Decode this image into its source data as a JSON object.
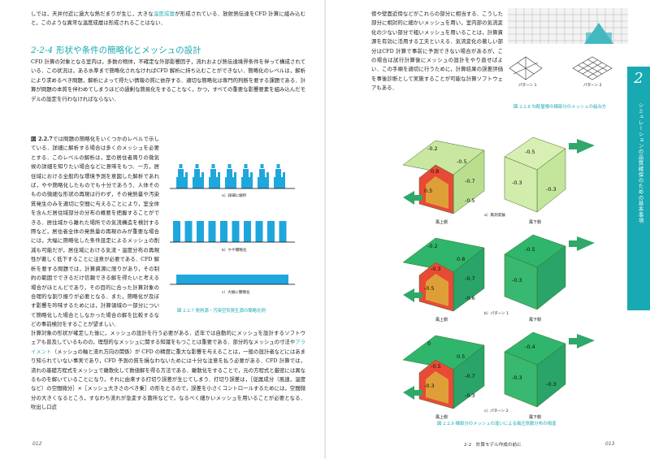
{
  "left_page": {
    "intro_text": "しでは，天井付近に過大な熱だまりが生じ，大きな温度成層が形成されている．放射熱伝達をCFD 計算に組み込むと，このような異常な温度成層は形成されることはない．",
    "intro_term": "温度成層",
    "section_number": "2-2-4",
    "section_title": "形状や条件の簡略化とメッシュの設計",
    "para1": "CFD 計算の対象となる室内は，多数の物体，不確定な外部影響因子，流れおよび熱伝達境界条件を伴って構成されている．この状況は，ある水準まで簡略化されなければCFD 解析に持ち込むことができない．簡略化のレベルは，解析により求めるべき問題，解析によって得たい情報の質に依存する．適切な簡略化は専門的判断を要する課題である．計算が問題の本質を伴わめてしまうほどの過剰な簡易化をすることなく，かつ，すべての重要な影響要素を組み込んだモデルの設定を行わなければならない．",
    "para2_lead": "図 2.2.7",
    "para2": "では問題の簡略化をいくつかのレベルで示している．詳細に解析する場合は多くのメッシュを必要とする．このレベルの解析は，室の居住者周りの微気候の詳細を知りたい場合などに意味をもつ．一方，居住域における全般的な環境予測を意図した解析であれば，やや簡略化したものでも十分であろう．人体そのものの微細な形状の再現は行わず，その発熱量や汚染質発生のみを適切に空間に与えることにより，室全体を含んだ居住域部分の分布の概要を把握することができる．居住域から離れた場所での気流構造を検討する際など，居住者全体の発熱量の再現のみが重要な場合には，大幅に簡略化した条件設定によるメッシュの削減も可能だが，居住域における気流・温度分布の再現性が著しく低下することに注意が必要である．CFD 解析を要する問題では，計算資源に限りがあり，その制約の範囲でできるだけ信頼できる解を得たいと考える場合がほとんどであり，その目的に合った計算対象の合理的な割り振りが必要となる．また，簡略化が及ぼす影響を吟味するためには，計算領域の一部分について簡略化した場合としなかった場合の解を比較するなどの事前検討をすることが望ましい．",
    "para3": "計算対象の形状が確定した後に，メッシュの設計を行う必要がある．近年では自動的にメッシュを設計するソフトウェアも普及しているものの，理想的なメッシュに関する知識をもつことは重要である．部分的なメッシュの寸法やアライメント（メッシュの軸と流れ方向の関係）が CFD の精度に重大な影響を与えることは，一般の設計者などにはあまり知られていない事実であり，CFD 予測の質を損なわないためには十分な注意を払う必要がある．CFD 計算では，流れの基礎方程式をメッシュで離散化して数値解を得る方法である．離散化をすることで，元の方程式と厳密には異なるものを解いていることになり，それに由来する打切り誤差が生じてしまう．打切り誤差は，［従属成分（風速，温度など）の空間微分］×［メッシュ大きさのべき乗］の形をとるので，誤差を小さくコントロールするためには，空間微分の大きくなるところ，すなわち流れが急変する箇所などで，なるべく細かいメッシュを用いることが必要となる．吹出し口近",
    "term_alignment": "アライメント",
    "figure": {
      "caption": "図 2.2.7 発熱源・汚染空気発生源の簡略化例",
      "sub_a": "a）詳細に解析",
      "sub_b": "b）やや簡略化",
      "sub_c": "c）大幅に簡略化",
      "detailed_count": 7,
      "simple_count": 10
    },
    "folio": "012"
  },
  "right_page": {
    "para1": "傍や壁面近傍などがこれらの部分に相当する．こうした部分に相対的に細かいメッシュを用い，室内部の気流変化の少ない部分で粗いメッシュを用いることは，計算資源を有効に活用する工夫といえる．気流変化の著しい部分はCFD 計算で事前に予測できない場合があるが，この場合は試行計算後にメッシュの設計をやり直せばよい．この手順を適切に行うために，計算結果の誤差評価を事後診断として実施することが可能な計算ソフトウェアもある．",
    "fig8_caption": "図 2.2.8 勾配屋根の棟部分のメッシュの組み方",
    "fig8_pattern1": "パターン 1",
    "fig8_pattern2": "パターン 2",
    "fig9_caption": "図 2.2.9 棟部分のメッシュの違いによる風圧係数分布の相違",
    "fig9_sub_a": "a）風洞実験",
    "fig9_sub_b": "b）パターン 1",
    "fig9_sub_c": "c）パターン 2",
    "windward": "風上側",
    "leeward": "風下側",
    "house_a_left_labels": [
      "-0.2",
      "0.8",
      "0.5",
      "-0.5",
      "-0.7",
      "-0.5"
    ],
    "house_a_right_labels": [
      "-0.5",
      "-0.3",
      "-0.3"
    ],
    "house_b_left_labels": [
      "-0.2",
      "-0.3",
      "-0.5",
      "0.8",
      "-0.7",
      "-0.6"
    ],
    "house_b_right_labels": [
      "-0.5",
      "-0.3"
    ],
    "house_c_left_labels": [
      "0",
      "-0.5",
      "-0.3",
      "0.5",
      "-0.7",
      "-0.3"
    ],
    "house_c_right_labels": [
      "-0.4",
      "-0.3",
      "-0.3"
    ],
    "running_head": "2-2　計算モデル作成の前に",
    "folio": "013",
    "side_tab_number": "2",
    "side_tab_text": "シミュレーションの品質確保のための基本事項"
  },
  "colors": {
    "accent": "#18a9b2",
    "high_pressure": "#e84a36",
    "mid_pressure": "#d7e63a",
    "low_pressure": "#2fb66c",
    "arrow": "#2fa86a",
    "mesh_roof": "#44b8c0"
  }
}
